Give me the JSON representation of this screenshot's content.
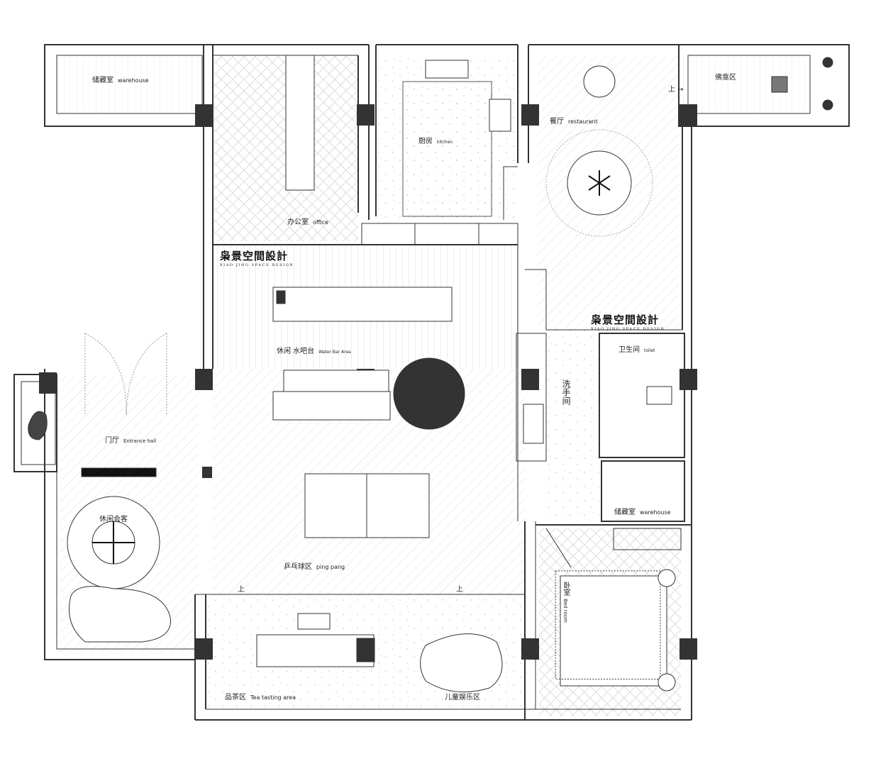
{
  "plan": {
    "rooms": {
      "warehouse_top": {
        "cn": "储藏室",
        "en": "warehouse"
      },
      "office": {
        "cn": "办公室",
        "en": "office"
      },
      "kitchen": {
        "cn": "厨房",
        "en": "kitchen"
      },
      "restaurant": {
        "cn": "餐厅",
        "en": "restaurant"
      },
      "buddha": {
        "cn": "佛龛区"
      },
      "water_bar": {
        "cn": "休闲 水吧台",
        "en": "Water Bar Area"
      },
      "toilet": {
        "cn": "卫生间",
        "en": "toilet"
      },
      "washroom": {
        "cn": "洗手间"
      },
      "entrance": {
        "cn": "门厅",
        "en": "Entrance hall"
      },
      "lounge": {
        "cn": "休闲会客"
      },
      "ping_pang": {
        "cn": "乒乓球区",
        "en": "ping pang"
      },
      "warehouse_right": {
        "cn": "储藏室",
        "en": "warehouse"
      },
      "bedroom": {
        "cn": "卧室",
        "en": "Bed room"
      },
      "tea": {
        "cn": "品茶区",
        "en": "Tea tasting area"
      },
      "kids": {
        "cn": "儿童娱乐区"
      }
    },
    "stairs_up": "上",
    "stairs_up_arrow": "上 →",
    "logo": {
      "name": "枭景空間設計",
      "sub": "XIAO JING SPACE DESIGN"
    }
  }
}
